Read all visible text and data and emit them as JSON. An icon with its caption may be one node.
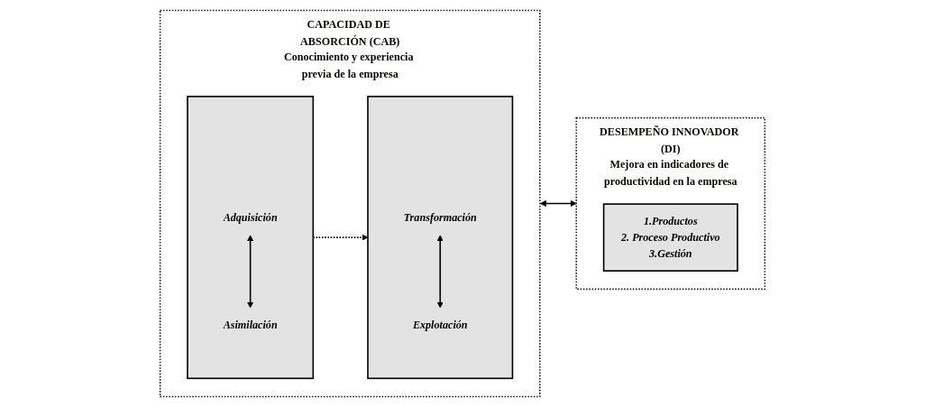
{
  "diagram": {
    "nodes": [
      {
        "text": [
          "CAPACIDAD DE ABSORCIÓN (CAB)",
          "Conocimiento y experiencia previa de la empresa"
        ]
      },
      {
        "text": [],
        "shape": "box",
        "in": 0
      },
      {
        "text": [
          "Adquisición"
        ],
        "in": 1
      },
      {
        "text": [
          "Asimilación"
        ],
        "in": 1
      },
      {
        "text": [],
        "shape": "box",
        "in": 0
      },
      {
        "text": [
          "Transformación"
        ],
        "in": 4
      },
      {
        "text": [
          "Explotación"
        ],
        "in": 4
      },
      {
        "text": [
          "DESEMPEÑO INNOVADOR (DI)",
          "Mejora en indicadores de productividad en la empresa"
        ]
      },
      {
        "text": [
          "1.Productos",
          "2. Proceso Productivo",
          "3.Gestión"
        ],
        "in": 7
      }
    ],
    "edges": [
      {
        "from": 2,
        "to": 3,
        "arrow": "both"
      },
      {
        "from": 5,
        "to": 6,
        "arrow": "both"
      },
      {
        "from": 1,
        "to": 4,
        "arrow": "to",
        "style": "dashed"
      },
      {
        "from": 0,
        "to": 7,
        "arrow": "both"
      }
    ]
  }
}
